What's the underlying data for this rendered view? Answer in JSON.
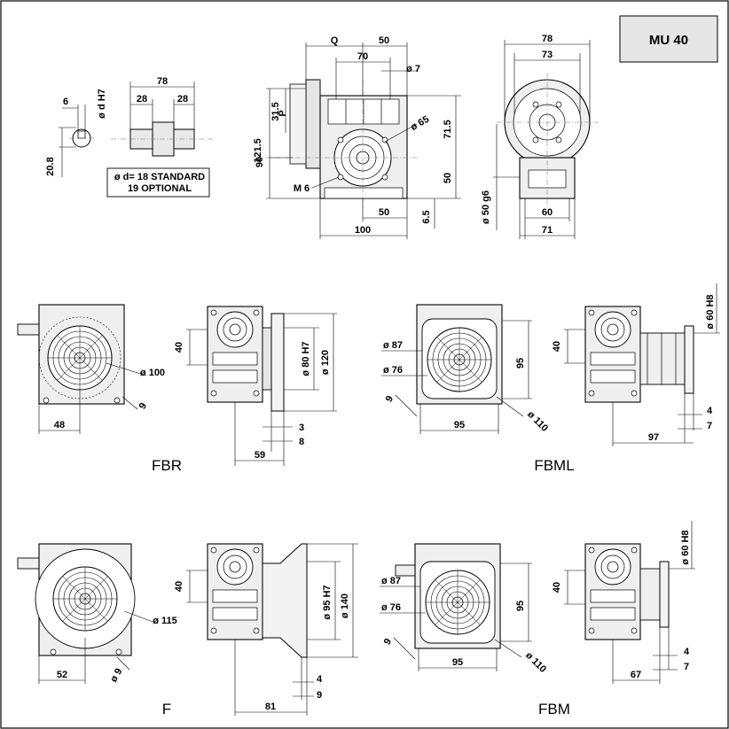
{
  "title_block": {
    "model": "MU 40"
  },
  "shaft_detail": {
    "overall_length": "78",
    "left_length": "28",
    "right_length": "28",
    "key_width": "6",
    "key_height": "20.8",
    "bore_label": "ø d H7",
    "note_line1": "ø d= 18 STANDARD",
    "note_line2": "19 OPTIONAL"
  },
  "main_side_view": {
    "q": "Q",
    "w50": "50",
    "w70": "70",
    "d7": "ø 7",
    "h31_5": "31.5",
    "p": "P",
    "h121_5": "121.5",
    "h90": "90",
    "d65": "ø 65",
    "h71_5": "71.5",
    "h50": "50",
    "m6": "M 6",
    "b50": "50",
    "h6_5": "6.5",
    "b100": "100"
  },
  "main_end_view": {
    "w78": "78",
    "w73": "73",
    "d50": "ø 50 g6",
    "w60": "60",
    "w71": "71"
  },
  "variants": [
    {
      "label": "FBR",
      "h40": "40",
      "d100": "ø 100",
      "n9": "9",
      "w48": "48",
      "d80": "ø 80 H7",
      "d120": "ø 120",
      "n3": "3",
      "n8": "8",
      "w59": "59"
    },
    {
      "label": "FBML",
      "d87": "ø 87",
      "d76": "ø 76",
      "n9": "9",
      "h95": "95",
      "w95": "95",
      "d110": "ø 110",
      "h40": "40",
      "d60": "ø 60 H8",
      "n4": "4",
      "n7": "7",
      "w97": "97"
    },
    {
      "label": "F",
      "d115": "ø 115",
      "d9": "ø 9",
      "w52": "52",
      "h40": "40",
      "d95": "ø 95 H7",
      "d140": "ø 140",
      "n4": "4",
      "n9": "9",
      "w81": "81"
    },
    {
      "label": "FBM",
      "d87": "ø 87",
      "d76": "ø 76",
      "n9": "9",
      "h95": "95",
      "w95": "95",
      "d110": "ø 110",
      "h40": "40",
      "d60": "ø 60 H8",
      "n4": "4",
      "n7": "7",
      "w67": "67"
    }
  ]
}
